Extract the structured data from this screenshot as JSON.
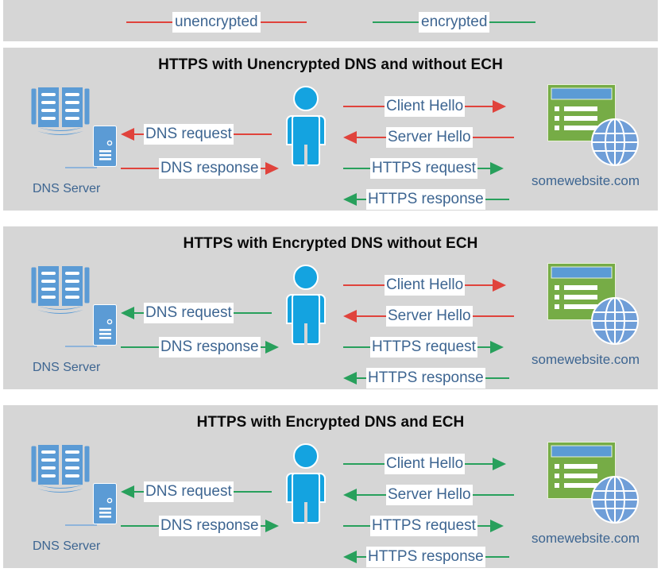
{
  "legend": {
    "items": [
      {
        "id": "unencrypted",
        "label": "unencrypted",
        "color": "#e0433c"
      },
      {
        "id": "encrypted",
        "label": "encrypted",
        "color": "#28a05c"
      }
    ]
  },
  "nodes": {
    "dns_server_label": "DNS Server",
    "website_label": "somewebsite.com"
  },
  "colors": {
    "panel_background": "#d6d6d6",
    "page_background": "#ffffff",
    "unencrypted": "#e0433c",
    "encrypted": "#28a05c",
    "text_blue": "#3d6591",
    "title_black": "#0a0a0a",
    "person_blue": "#14a3e0",
    "server_blue": "#5b9bd5",
    "browser_green": "#76ac46",
    "browser_bar_blue": "#5b9bd5",
    "globe_blue": "#6f9ed8"
  },
  "panels": [
    {
      "id": "panel1",
      "title": "HTTPS with Unencrypted DNS and without ECH",
      "dns_server_label": "DNS Server",
      "website_label": "somewebsite.com",
      "flows": {
        "dns_request": {
          "label": "DNS request",
          "direction": "left",
          "encryption": "unencrypted"
        },
        "dns_response": {
          "label": "DNS response",
          "direction": "right",
          "encryption": "unencrypted"
        },
        "client_hello": {
          "label": "Client Hello",
          "direction": "right",
          "encryption": "unencrypted"
        },
        "server_hello": {
          "label": "Server Hello",
          "direction": "left",
          "encryption": "unencrypted"
        },
        "https_request": {
          "label": "HTTPS request",
          "direction": "right",
          "encryption": "encrypted"
        },
        "https_response": {
          "label": "HTTPS response",
          "direction": "left",
          "encryption": "encrypted"
        }
      }
    },
    {
      "id": "panel2",
      "title": "HTTPS with Encrypted DNS without ECH",
      "dns_server_label": "DNS Server",
      "website_label": "somewebsite.com",
      "flows": {
        "dns_request": {
          "label": "DNS request",
          "direction": "left",
          "encryption": "encrypted"
        },
        "dns_response": {
          "label": "DNS response",
          "direction": "right",
          "encryption": "encrypted"
        },
        "client_hello": {
          "label": "Client Hello",
          "direction": "right",
          "encryption": "unencrypted"
        },
        "server_hello": {
          "label": "Server Hello",
          "direction": "left",
          "encryption": "unencrypted"
        },
        "https_request": {
          "label": "HTTPS request",
          "direction": "right",
          "encryption": "encrypted"
        },
        "https_response": {
          "label": "HTTPS response",
          "direction": "left",
          "encryption": "encrypted"
        }
      }
    },
    {
      "id": "panel3",
      "title": "HTTPS with Encrypted DNS and ECH",
      "dns_server_label": "DNS Server",
      "website_label": "somewebsite.com",
      "flows": {
        "dns_request": {
          "label": "DNS request",
          "direction": "left",
          "encryption": "encrypted"
        },
        "dns_response": {
          "label": "DNS response",
          "direction": "right",
          "encryption": "encrypted"
        },
        "client_hello": {
          "label": "Client Hello",
          "direction": "right",
          "encryption": "encrypted"
        },
        "server_hello": {
          "label": "Server Hello",
          "direction": "left",
          "encryption": "encrypted"
        },
        "https_request": {
          "label": "HTTPS request",
          "direction": "right",
          "encryption": "encrypted"
        },
        "https_response": {
          "label": "HTTPS response",
          "direction": "left",
          "encryption": "encrypted"
        }
      }
    }
  ]
}
